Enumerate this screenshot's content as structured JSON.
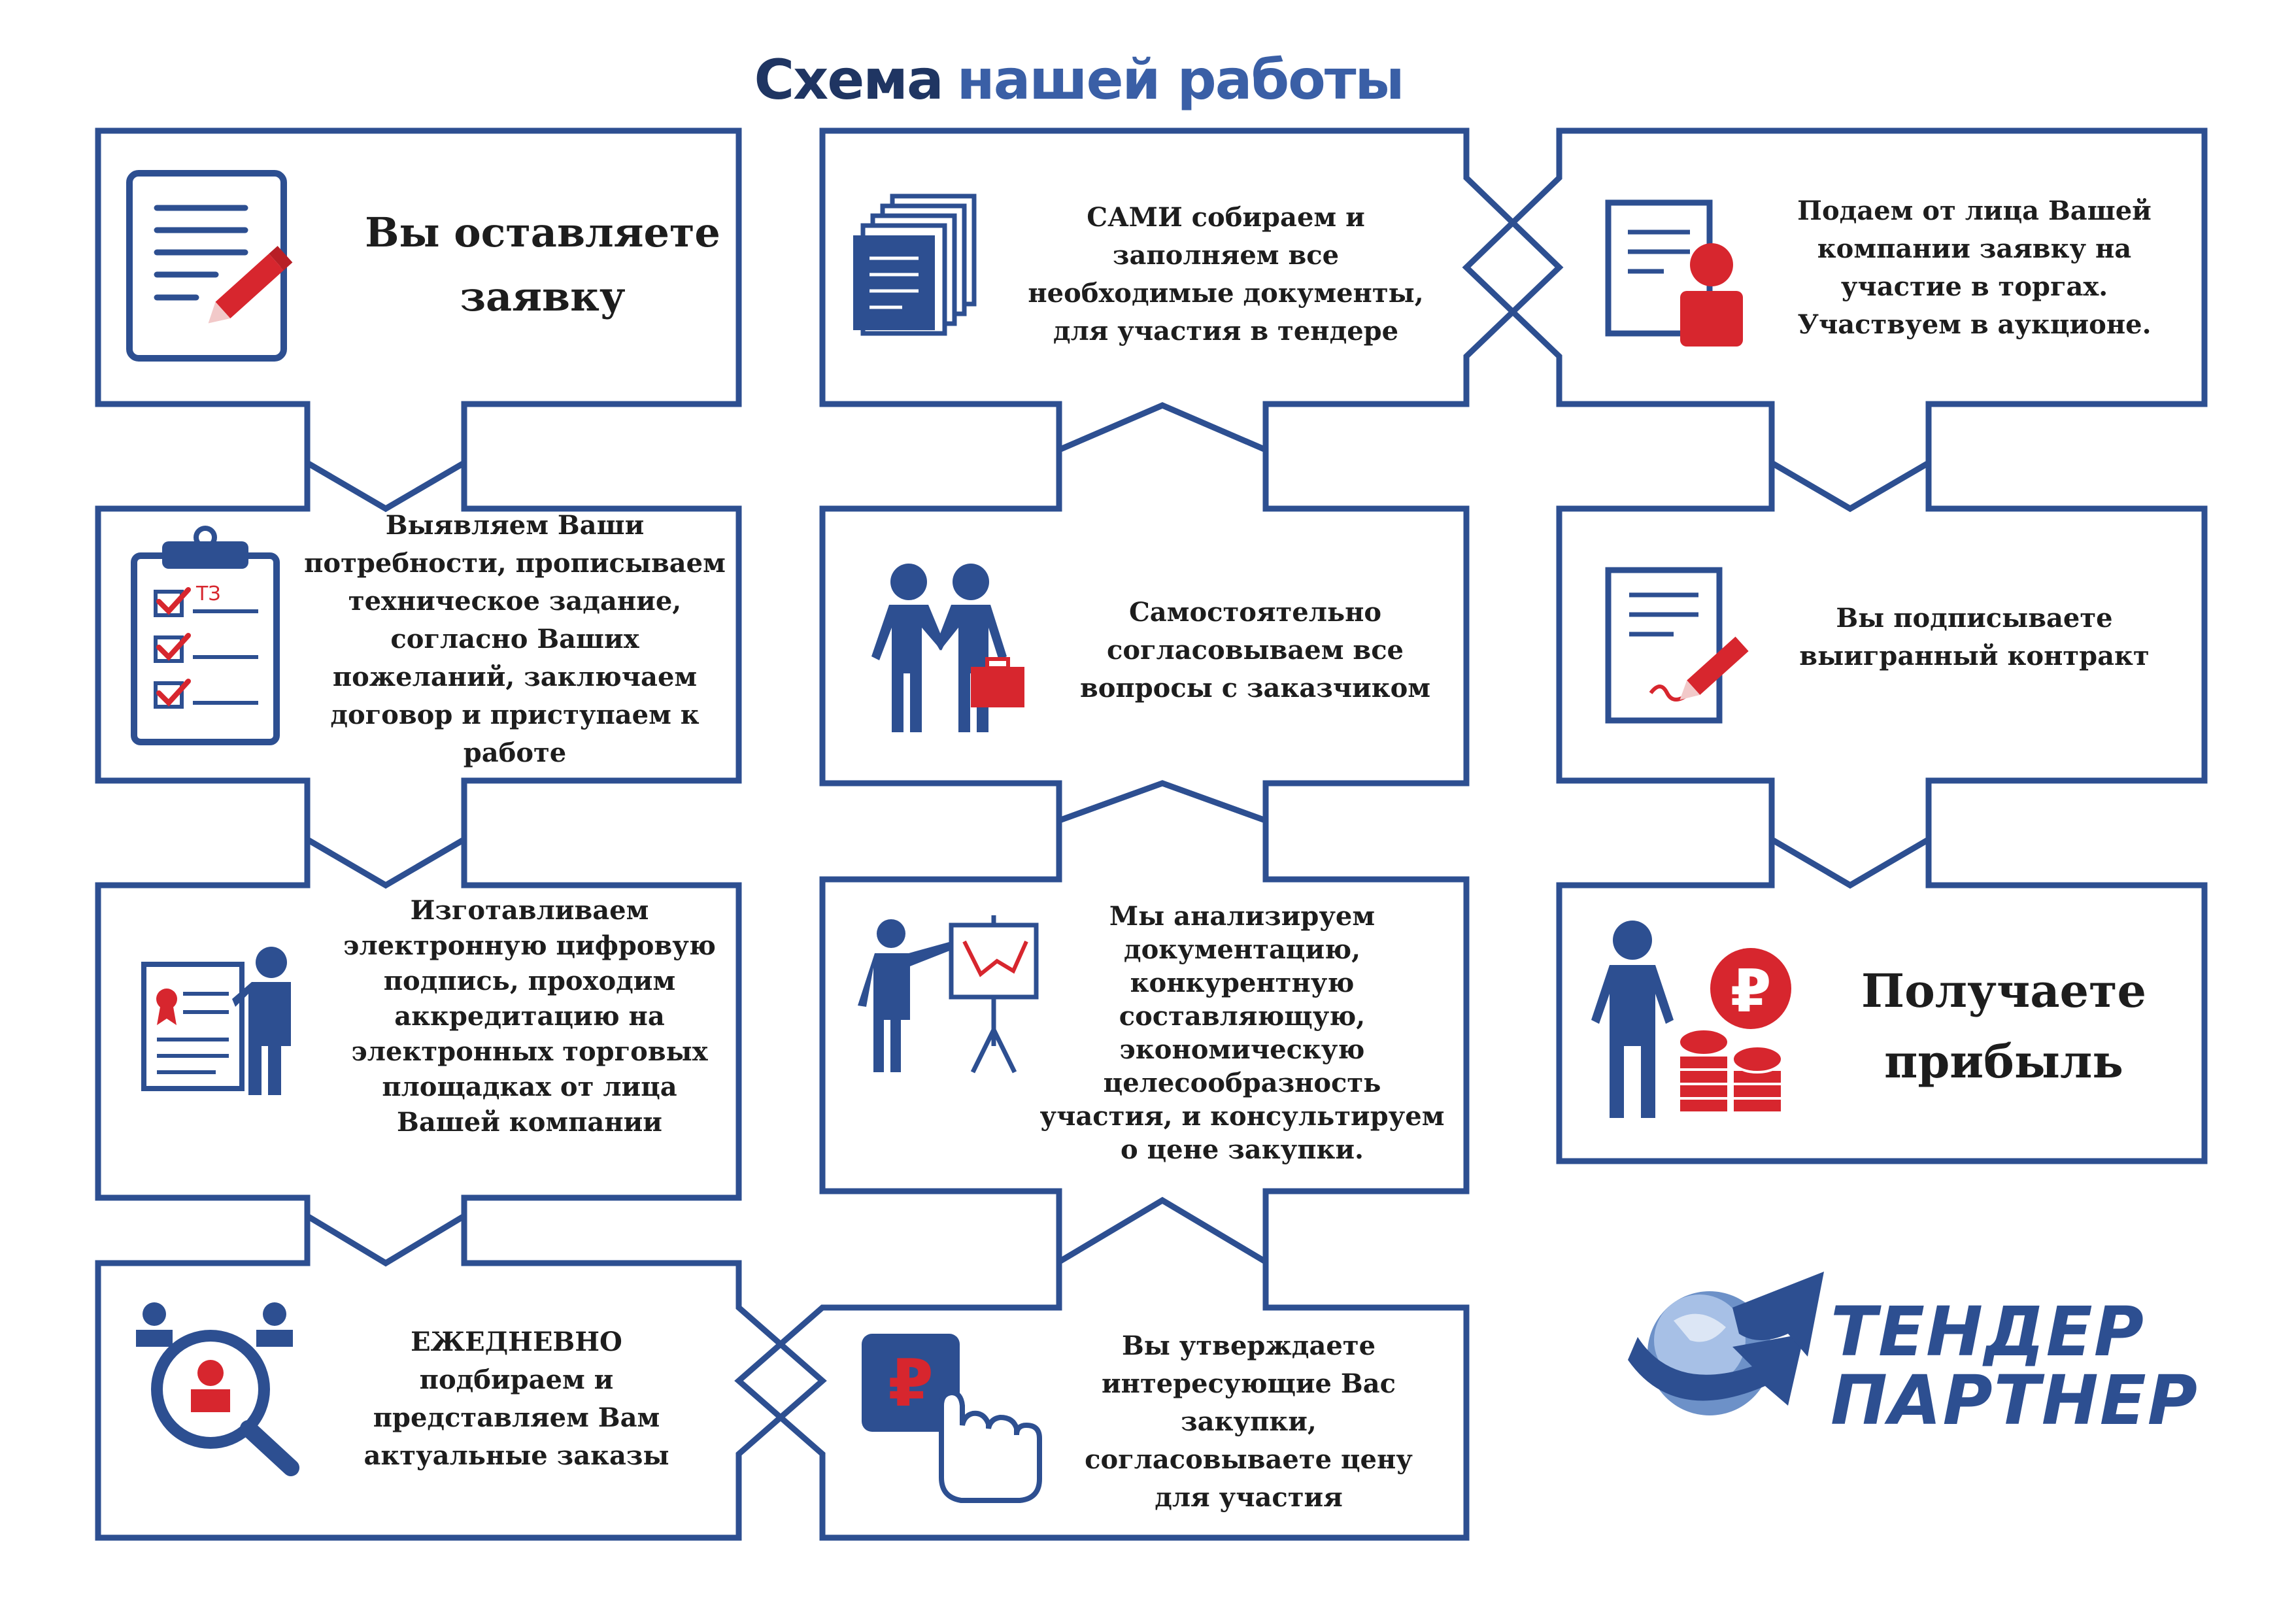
{
  "title": {
    "part1": "Схема",
    "part2": "нашей работы"
  },
  "steps": {
    "s1": "Вы оставляете заявку",
    "s2": "Выявляем Ваши потребности, прописываем техническое задание, согласно Ваших пожеланий, заключаем договор и приступаем к работе",
    "s3": "Изготавливаем электронную цифровую подпись, проходим аккредитацию на электронных торговых площадках от лица Вашей компании",
    "s4": "ЕЖЕДНЕВНО подбираем и представляем Вам актуальные заказы",
    "s5": "Вы утверждаете интересующие Вас закупки, согласовываете цену для участия",
    "s6": "Мы анализируем документацию, конкурентную составляющую, экономическую целесообразность участия, и консультируем о цене закупки.",
    "s7": "Самостоятельно согласовываем все вопросы с заказчиком",
    "s8": "САМИ собираем и заполняем все необходимые документы, для участия в тендере",
    "s9": "Подаем от лица Вашей компании заявку на участие в торгах. Участвуем в аукционе.",
    "s10": "Вы подписываете выигранный контракт",
    "s11": "Получаете прибыль"
  },
  "icons": {
    "tz_label": "ТЗ",
    "ruble": "₽"
  },
  "logo": {
    "line1": "ТЕНДЕР",
    "line2": "ПАРТНЕР"
  },
  "colors": {
    "border": "#2d4f91",
    "icon_blue": "#2d4f91",
    "accent_red": "#d7262e",
    "title_dark": "#1f3562",
    "title_light": "#3a5fa6"
  }
}
